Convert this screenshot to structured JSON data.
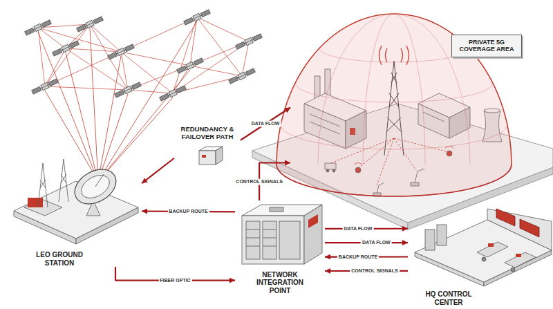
{
  "diagram": {
    "nodes": [
      {
        "text": [
          "PRIVATE 5G COVERAGE AREA"
        ]
      },
      {
        "text": [
          "REDUNDANCY & FAILOVER PATH"
        ]
      },
      {
        "text": [
          "LEO GROUND STATION"
        ]
      },
      {
        "text": [
          "NETWORK INTEGRATION POINT"
        ]
      },
      {
        "text": [
          "HQ CONTROL CENTER"
        ]
      }
    ],
    "edges": [
      {
        "from": 1,
        "to": 0,
        "label": "DATA FLOW",
        "arrow": "to"
      },
      {
        "from": 1,
        "to": 2,
        "arrow": "to"
      },
      {
        "from": 3,
        "to": 2,
        "label": "BACKUP ROUTE",
        "arrow": "to"
      },
      {
        "from": 3,
        "to": 0,
        "label": "CONTROL SIGNALS",
        "arrow": "to"
      },
      {
        "from": 2,
        "to": 3,
        "label": "FIBER OPTIC",
        "arrow": "to"
      },
      {
        "from": 3,
        "to": 4,
        "label": "DATA FLOW",
        "arrow": "to"
      },
      {
        "from": 3,
        "to": 4,
        "label": "DATA FLOW",
        "arrow": "to"
      },
      {
        "from": 4,
        "to": 3,
        "label": "BACKUP ROUTE",
        "arrow": "to"
      },
      {
        "from": 4,
        "to": 3,
        "label": "CONTROL SIGNALS",
        "arrow": "to"
      }
    ]
  }
}
